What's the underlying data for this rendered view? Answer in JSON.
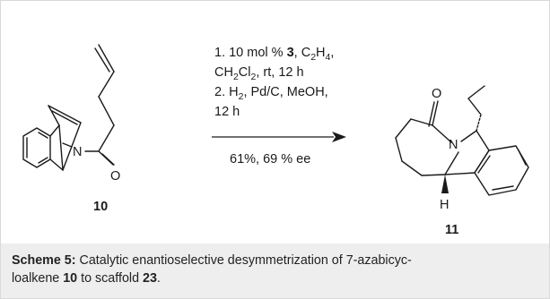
{
  "scheme": {
    "conditions": {
      "line1_prefix": "1. 10 mol % ",
      "line1_catalyst": "3",
      "line1_sep": ", C",
      "line1_sub1": "2",
      "line1_h": "H",
      "line1_sub2": "4",
      "line1_end": ",",
      "line2_a": "CH",
      "line2_sub1": "2",
      "line2_b": "Cl",
      "line2_sub2": "2",
      "line2_c": ", rt, 12 h",
      "line3_a": "2. H",
      "line3_sub": "2",
      "line3_b": ", Pd/C, MeOH,",
      "line4": "12 h"
    },
    "result": "61%, 69 % ee",
    "reactant": {
      "label": "10",
      "atom_n": "N",
      "atom_o": "O"
    },
    "product": {
      "label": "11",
      "atom_n": "N",
      "atom_o": "O",
      "atom_h": "H"
    }
  },
  "caption": {
    "scheme_label": "Scheme 5:",
    "text_1": " Catalytic enantioselective desymmetrization of 7-azabicyc-",
    "text_2": "loalkene ",
    "compound_a": "10",
    "text_3": " to scaffold ",
    "compound_b": "23",
    "text_4": "."
  }
}
